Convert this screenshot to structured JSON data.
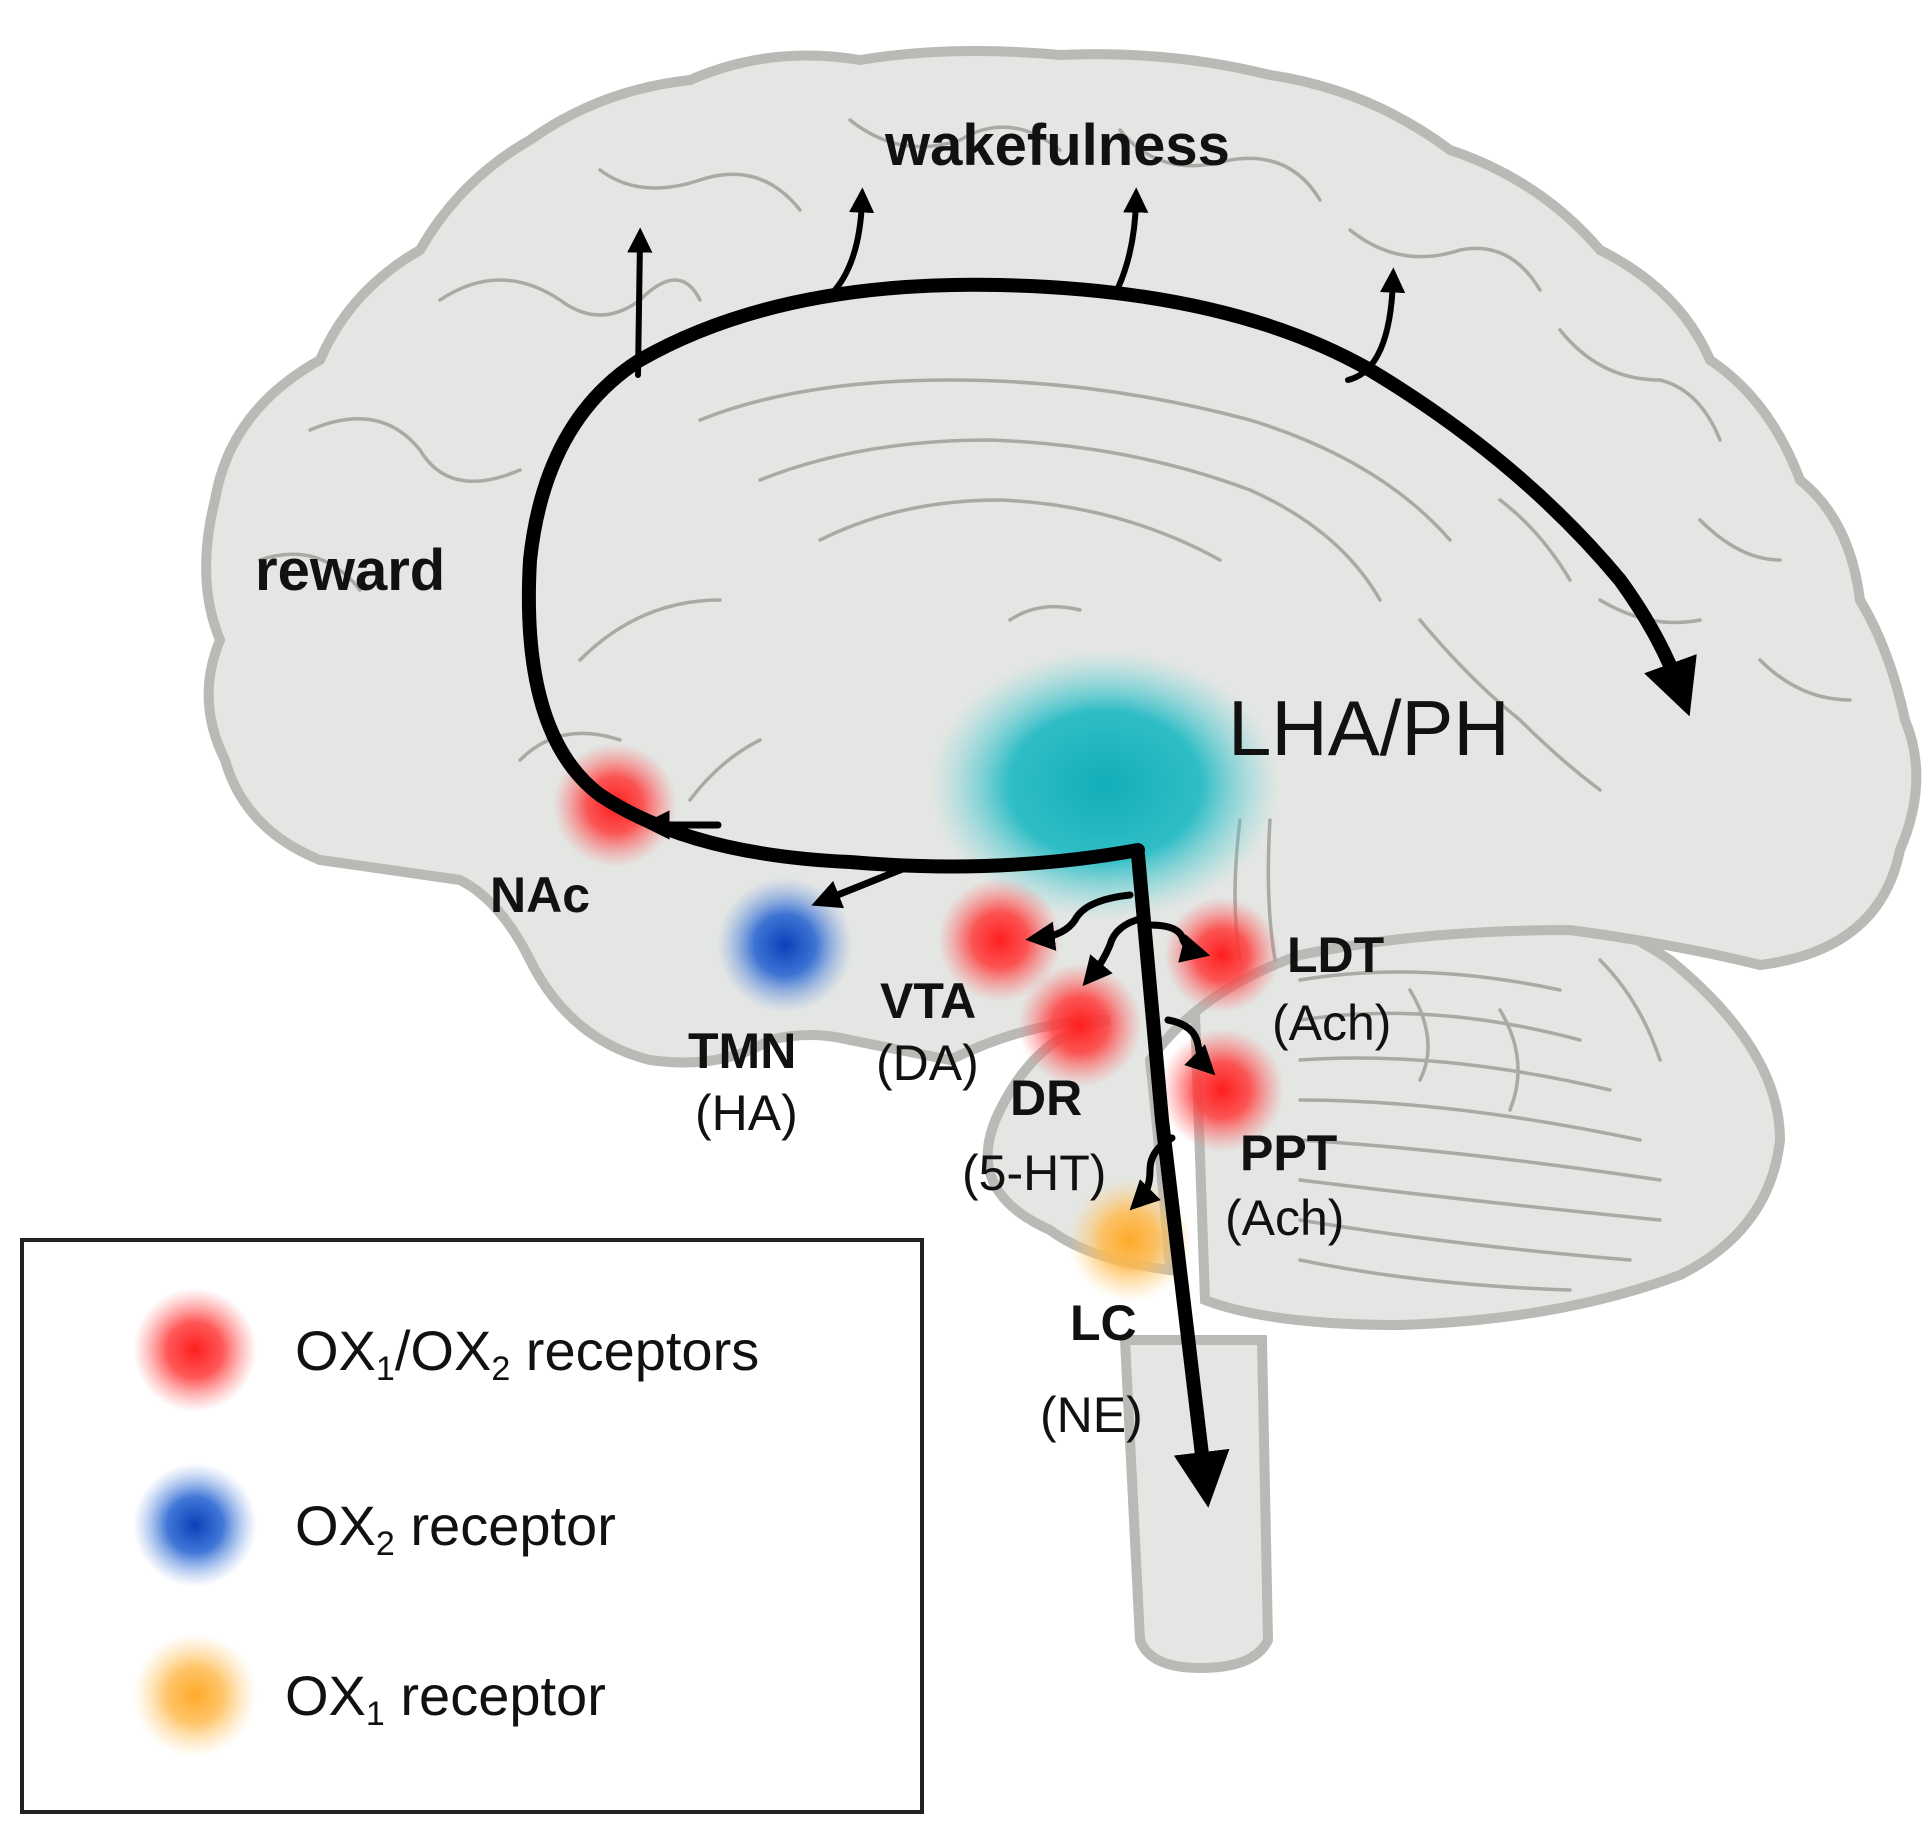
{
  "labels": {
    "wakefulness": "wakefulness",
    "reward": "reward",
    "lha_ph": "LHA/PH",
    "nac": "NAc",
    "tmn": "TMN",
    "tmn_nt": "(HA)",
    "vta": "VTA",
    "vta_nt": "(DA)",
    "dr": "DR",
    "dr_nt": "(5-HT)",
    "ldt": "LDT",
    "ldt_nt": "(Ach)",
    "ppt": "PPT",
    "ppt_nt": "(Ach)",
    "lc": "LC",
    "lc_nt": "(NE)"
  },
  "legend": {
    "items": [
      {
        "text_a": "OX",
        "sub_a": "1",
        "text_b": "/OX",
        "sub_b": "2",
        "text_c": " receptors",
        "color": "#ff2a2a"
      },
      {
        "text_a": "OX",
        "sub_a": "2",
        "text_c": " receptor",
        "color": "#0a4fc8"
      },
      {
        "text_a": "OX",
        "sub_a": "1",
        "text_c": " receptor",
        "color": "#ffb43c"
      }
    ]
  },
  "colors": {
    "brain_fill": "#e4e6e3",
    "brain_outline": "#b9b9b6",
    "sulci": "#a9a9a6",
    "arrow": "#000000",
    "lha_ph": "#1cb9c2",
    "ox1_ox2": "#ff2a2a",
    "ox2": "#0a4fc8",
    "ox1": "#ffb43c"
  }
}
